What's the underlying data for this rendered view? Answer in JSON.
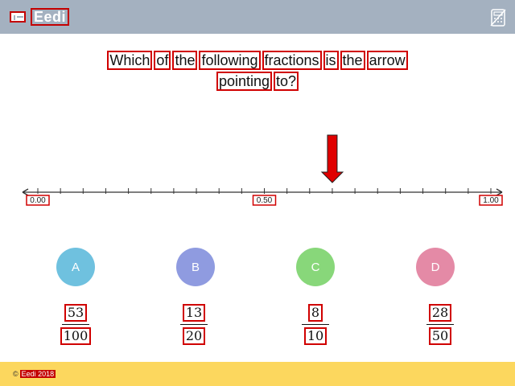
{
  "header": {
    "brand": "Eedi",
    "calculator_icon": "calculator-icon"
  },
  "question": {
    "words": [
      "Which",
      "of",
      "the",
      "following",
      "fractions",
      "is",
      "the",
      "arrow",
      "pointing",
      "to?"
    ]
  },
  "number_line": {
    "labels": [
      "0.00",
      "0.50",
      "1.00"
    ],
    "min": 0,
    "max": 1,
    "tick_step": 0.05,
    "arrow_value": 0.65,
    "arrow_color": "#e00000"
  },
  "choices": [
    {
      "letter": "A",
      "numerator": "53",
      "denominator": "100",
      "color": "#6fc1df"
    },
    {
      "letter": "B",
      "numerator": "13",
      "denominator": "20",
      "color": "#8f9be0"
    },
    {
      "letter": "C",
      "numerator": "8",
      "denominator": "10",
      "color": "#88d77a"
    },
    {
      "letter": "D",
      "numerator": "28",
      "denominator": "50",
      "color": "#e48aa6"
    }
  ],
  "footer": {
    "copyright_symbol": "©",
    "copyright_text": "Eedi 2018"
  }
}
